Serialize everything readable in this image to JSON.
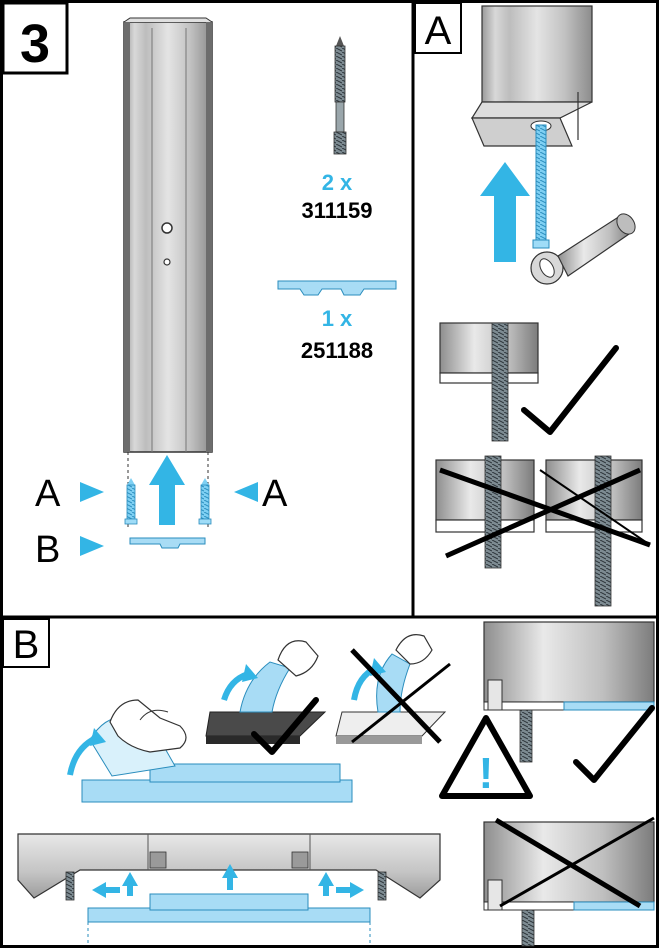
{
  "step": {
    "number": "3"
  },
  "panels": {
    "a_label": "A",
    "b_label": "B"
  },
  "parts": [
    {
      "qty": "2 x",
      "code": "311159"
    },
    {
      "qty": "1 x",
      "code": "251188"
    }
  ],
  "callouts": {
    "left_a": "A",
    "right_a": "A",
    "left_b": "B"
  },
  "warning": {
    "symbol": "!"
  },
  "colors": {
    "accent": "#33b5e5",
    "accent_light": "#a8dcf5",
    "metal": "#c9c9c9",
    "metal_dark": "#8a8a8a",
    "line": "#000000"
  }
}
